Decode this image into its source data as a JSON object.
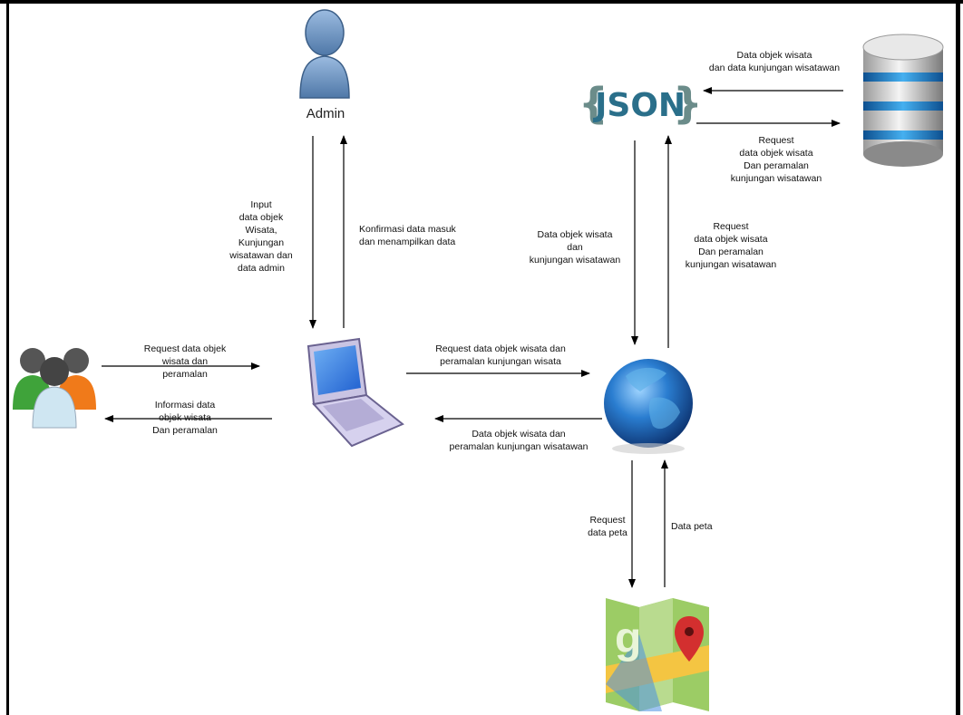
{
  "nodes": {
    "admin": {
      "label": "Admin",
      "icon": "admin-user-icon"
    },
    "json": {
      "label": "{JSON}",
      "icon": "json-logo-icon"
    },
    "database": {
      "icon": "database-icon"
    },
    "users": {
      "icon": "user-group-icon"
    },
    "laptop": {
      "icon": "laptop-icon"
    },
    "internet": {
      "icon": "globe-icon"
    },
    "maps": {
      "icon": "google-maps-icon"
    }
  },
  "edges": {
    "admin_to_laptop": "Input\ndata objek\nWisata,\nKunjungan\nwisatawan dan\ndata admin",
    "laptop_to_admin": "Konfirmasi data masuk\ndan menampilkan data",
    "users_to_laptop": "Request data objek\nwisata dan\nperamalan",
    "laptop_to_users": "Informasi data\nobjek wisata\nDan peramalan",
    "laptop_to_globe": "Request data objek wisata dan\nperamalan kunjungan wisata",
    "globe_to_laptop": "Data objek wisata dan\nperamalan kunjungan wisatawan",
    "json_to_globe": "Data objek wisata\ndan\nkunjungan wisatawan",
    "globe_to_json": "Request\ndata objek wisata\nDan peramalan\nkunjungan wisatawan",
    "db_to_json": "Data objek wisata\ndan data kunjungan wisatawan",
    "json_to_db": "Request\ndata objek wisata\nDan peramalan\nkunjungan wisatawan",
    "globe_to_maps": "Request\ndata peta",
    "maps_to_globe": "Data peta"
  },
  "colors": {
    "json_brace": "#6b8c8a",
    "json_text": "#2a6f8a",
    "admin_body": "#6f95bd",
    "globe": "#1f5fa8"
  }
}
